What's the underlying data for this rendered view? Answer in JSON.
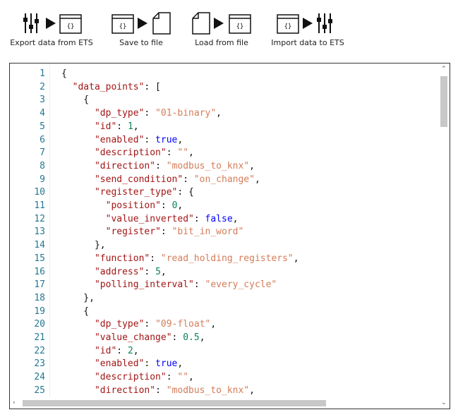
{
  "toolbar": {
    "export_label": "Export data from ETS",
    "save_label": "Save to file",
    "load_label": "Load from file",
    "import_label": "Import data to ETS",
    "file_glyph": "{}"
  },
  "editor": {
    "line_numbers": [
      "1",
      "2",
      "3",
      "4",
      "5",
      "6",
      "7",
      "8",
      "9",
      "10",
      "11",
      "12",
      "13",
      "14",
      "15",
      "16",
      "17",
      "18",
      "19",
      "20",
      "21",
      "22",
      "23",
      "24",
      "25"
    ],
    "lines": [
      [
        [
          "p",
          "{"
        ]
      ],
      [
        [
          "p",
          "  "
        ],
        [
          "k",
          "\"data_points\""
        ],
        [
          "p",
          ": ["
        ]
      ],
      [
        [
          "p",
          "    {"
        ]
      ],
      [
        [
          "p",
          "      "
        ],
        [
          "k",
          "\"dp_type\""
        ],
        [
          "p",
          ": "
        ],
        [
          "s",
          "\"01-binary\""
        ],
        [
          "p",
          ","
        ]
      ],
      [
        [
          "p",
          "      "
        ],
        [
          "k",
          "\"id\""
        ],
        [
          "p",
          ": "
        ],
        [
          "n",
          "1"
        ],
        [
          "p",
          ","
        ]
      ],
      [
        [
          "p",
          "      "
        ],
        [
          "k",
          "\"enabled\""
        ],
        [
          "p",
          ": "
        ],
        [
          "b",
          "true"
        ],
        [
          "p",
          ","
        ]
      ],
      [
        [
          "p",
          "      "
        ],
        [
          "k",
          "\"description\""
        ],
        [
          "p",
          ": "
        ],
        [
          "s",
          "\"\""
        ],
        [
          "p",
          ","
        ]
      ],
      [
        [
          "p",
          "      "
        ],
        [
          "k",
          "\"direction\""
        ],
        [
          "p",
          ": "
        ],
        [
          "s",
          "\"modbus_to_knx\""
        ],
        [
          "p",
          ","
        ]
      ],
      [
        [
          "p",
          "      "
        ],
        [
          "k",
          "\"send_condition\""
        ],
        [
          "p",
          ": "
        ],
        [
          "s",
          "\"on_change\""
        ],
        [
          "p",
          ","
        ]
      ],
      [
        [
          "p",
          "      "
        ],
        [
          "k",
          "\"register_type\""
        ],
        [
          "p",
          ": {"
        ]
      ],
      [
        [
          "p",
          "        "
        ],
        [
          "k",
          "\"position\""
        ],
        [
          "p",
          ": "
        ],
        [
          "n",
          "0"
        ],
        [
          "p",
          ","
        ]
      ],
      [
        [
          "p",
          "        "
        ],
        [
          "k",
          "\"value_inverted\""
        ],
        [
          "p",
          ": "
        ],
        [
          "b",
          "false"
        ],
        [
          "p",
          ","
        ]
      ],
      [
        [
          "p",
          "        "
        ],
        [
          "k",
          "\"register\""
        ],
        [
          "p",
          ": "
        ],
        [
          "s",
          "\"bit_in_word\""
        ]
      ],
      [
        [
          "p",
          "      },"
        ]
      ],
      [
        [
          "p",
          "      "
        ],
        [
          "k",
          "\"function\""
        ],
        [
          "p",
          ": "
        ],
        [
          "s",
          "\"read_holding_registers\""
        ],
        [
          "p",
          ","
        ]
      ],
      [
        [
          "p",
          "      "
        ],
        [
          "k",
          "\"address\""
        ],
        [
          "p",
          ": "
        ],
        [
          "n",
          "5"
        ],
        [
          "p",
          ","
        ]
      ],
      [
        [
          "p",
          "      "
        ],
        [
          "k",
          "\"polling_interval\""
        ],
        [
          "p",
          ": "
        ],
        [
          "s",
          "\"every_cycle\""
        ]
      ],
      [
        [
          "p",
          "    },"
        ]
      ],
      [
        [
          "p",
          "    {"
        ]
      ],
      [
        [
          "p",
          "      "
        ],
        [
          "k",
          "\"dp_type\""
        ],
        [
          "p",
          ": "
        ],
        [
          "s",
          "\"09-float\""
        ],
        [
          "p",
          ","
        ]
      ],
      [
        [
          "p",
          "      "
        ],
        [
          "k",
          "\"value_change\""
        ],
        [
          "p",
          ": "
        ],
        [
          "n",
          "0.5"
        ],
        [
          "p",
          ","
        ]
      ],
      [
        [
          "p",
          "      "
        ],
        [
          "k",
          "\"id\""
        ],
        [
          "p",
          ": "
        ],
        [
          "n",
          "2"
        ],
        [
          "p",
          ","
        ]
      ],
      [
        [
          "p",
          "      "
        ],
        [
          "k",
          "\"enabled\""
        ],
        [
          "p",
          ": "
        ],
        [
          "b",
          "true"
        ],
        [
          "p",
          ","
        ]
      ],
      [
        [
          "p",
          "      "
        ],
        [
          "k",
          "\"description\""
        ],
        [
          "p",
          ": "
        ],
        [
          "s",
          "\"\""
        ],
        [
          "p",
          ","
        ]
      ],
      [
        [
          "p",
          "      "
        ],
        [
          "k",
          "\"direction\""
        ],
        [
          "p",
          ": "
        ],
        [
          "s",
          "\"modbus_to_knx\""
        ],
        [
          "p",
          ","
        ]
      ]
    ]
  },
  "colors": {
    "key": "#a31515",
    "string": "#d57c59",
    "number": "#098658",
    "boolean": "#0000ff",
    "line_number": "#237893"
  }
}
